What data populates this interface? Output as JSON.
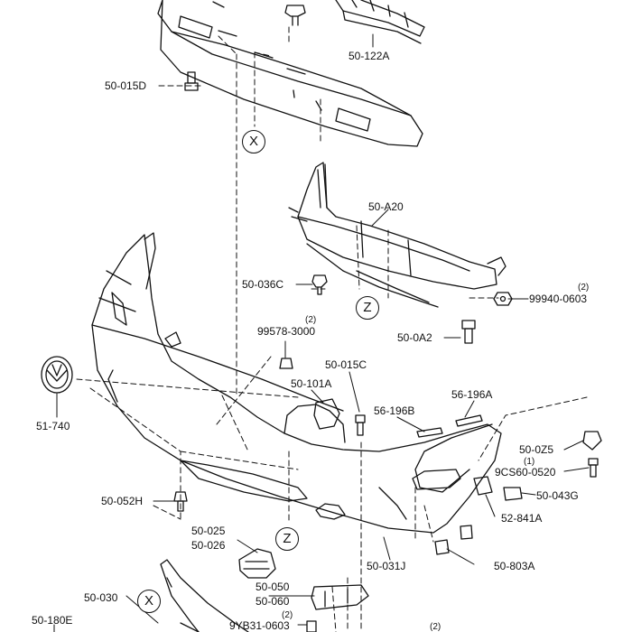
{
  "labels": {
    "p50_122A": "50-122A",
    "p50_015D": "50-015D",
    "p50_A20": "50-A20",
    "p50_036C": "50-036C",
    "p99940_0603": "99940-0603",
    "p99940_qty": "(2)",
    "p50_0A2": "50-0A2",
    "p99578_3000": "99578-3000",
    "p99578_qty": "(2)",
    "p50_015C": "50-015C",
    "p50_101A": "50-101A",
    "p56_196B": "56-196B",
    "p56_196A": "56-196A",
    "p51_740": "51-740",
    "p50_0Z5": "50-0Z5",
    "p9CS60_qty": "(1)",
    "p9CS60_0520": "9CS60-0520",
    "p50_043G": "50-043G",
    "p50_052H": "50-052H",
    "p52_841A": "52-841A",
    "p50_025": "50-025",
    "p50_026": "50-026",
    "p50_031J": "50-031J",
    "p50_803A": "50-803A",
    "p50_030": "50-030",
    "p50_050": "50-050",
    "p50_060": "50-060",
    "p9YB31_qty": "(2)",
    "p9YB31_0603": "9YB31-0603",
    "p50_180E": "50-180E",
    "bottom_qty": "(2)"
  },
  "callouts": {
    "x_top": "X",
    "z_mid": "Z",
    "z_low": "Z",
    "x_bottom": "X"
  },
  "colors": {
    "line": "#111111",
    "background": "#ffffff"
  }
}
